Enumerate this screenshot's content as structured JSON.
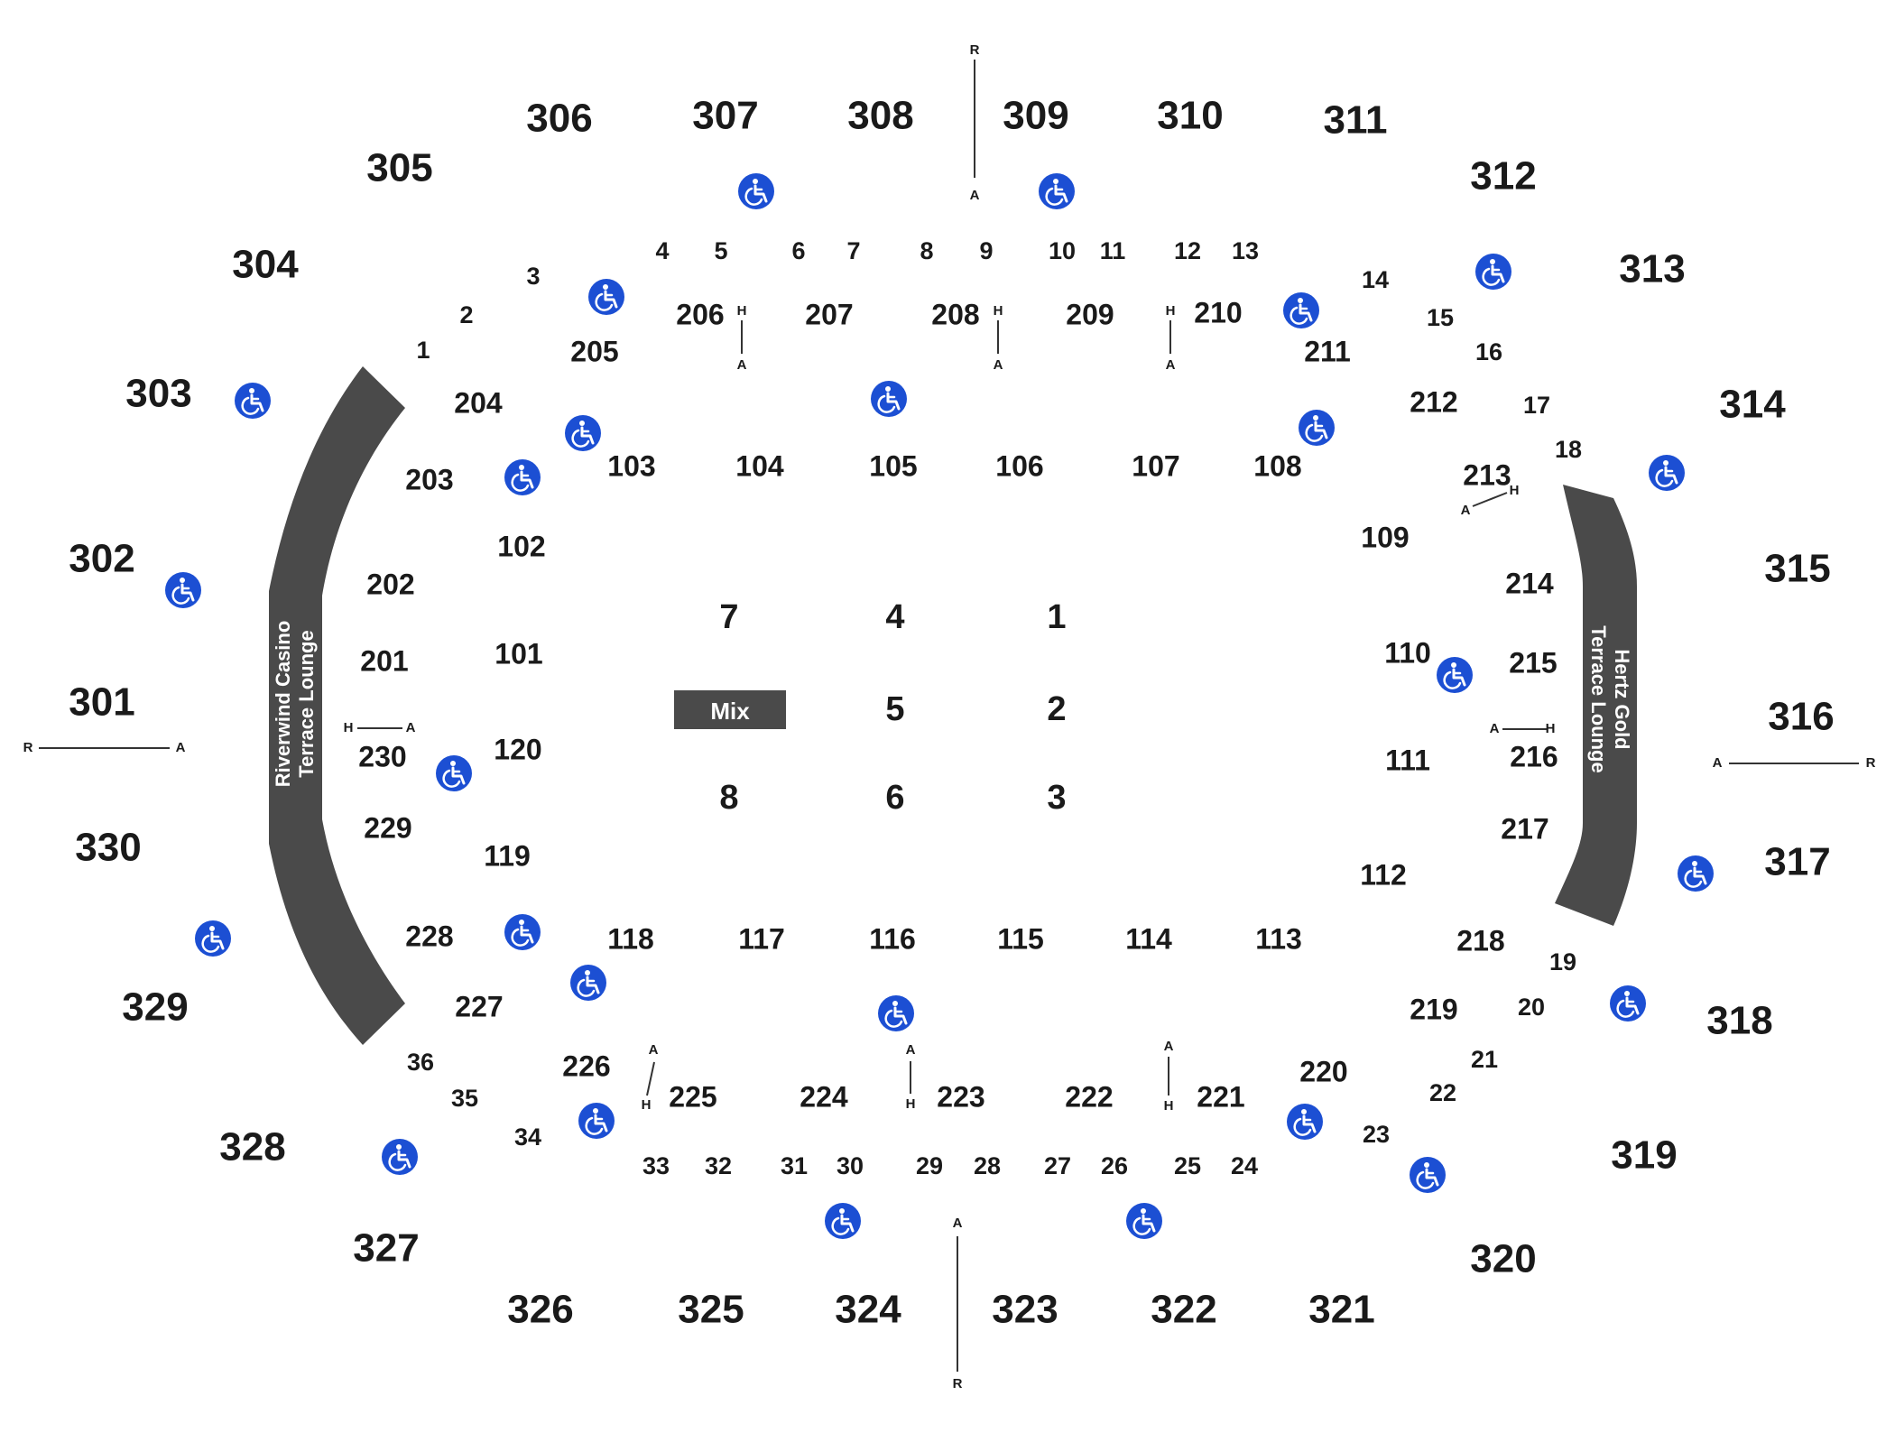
{
  "colors": {
    "lounge_fill": "#4a4a4a",
    "accessible_fill": "#1c4fd3",
    "text": "#1a1a1a"
  },
  "sections_300": [
    "301",
    "302",
    "303",
    "304",
    "305",
    "306",
    "307",
    "308",
    "309",
    "310",
    "311",
    "312",
    "313",
    "314",
    "315",
    "316",
    "317",
    "318",
    "319",
    "320",
    "321",
    "322",
    "323",
    "324",
    "325",
    "326",
    "327",
    "328",
    "329",
    "330"
  ],
  "sections_200": [
    "201",
    "202",
    "203",
    "204",
    "205",
    "206",
    "207",
    "208",
    "209",
    "210",
    "211",
    "212",
    "213",
    "214",
    "215",
    "216",
    "217",
    "218",
    "219",
    "220",
    "221",
    "222",
    "223",
    "224",
    "225",
    "226",
    "227",
    "228",
    "229",
    "230"
  ],
  "sections_100": [
    "101",
    "102",
    "103",
    "104",
    "105",
    "106",
    "107",
    "108",
    "109",
    "110",
    "111",
    "112",
    "113",
    "114",
    "115",
    "116",
    "117",
    "118",
    "119",
    "120"
  ],
  "suites": [
    "1",
    "2",
    "3",
    "4",
    "5",
    "6",
    "7",
    "8",
    "9",
    "10",
    "11",
    "12",
    "13",
    "14",
    "15",
    "16",
    "17",
    "18",
    "19",
    "20",
    "21",
    "22",
    "23",
    "24",
    "25",
    "26",
    "27",
    "28",
    "29",
    "30",
    "31",
    "32",
    "33",
    "34",
    "35",
    "36"
  ],
  "floor_sections": [
    "1",
    "2",
    "3",
    "4",
    "5",
    "6",
    "7",
    "8"
  ],
  "mix_label": "Mix",
  "lounges": {
    "left": {
      "line1": "Riverwind Casino",
      "line2": "Terrace Lounge"
    },
    "right": {
      "line1": "Hertz Gold",
      "line2": "Terrace Lounge"
    }
  },
  "markers": {
    "a": "A",
    "h": "H",
    "r": "R"
  },
  "icons": {
    "accessible": "wheelchair-icon"
  }
}
